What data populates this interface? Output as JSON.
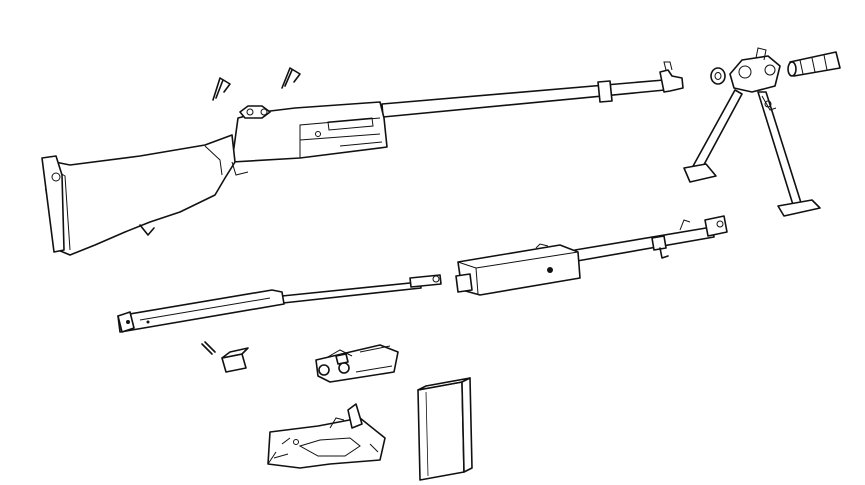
{
  "figure": {
    "background": "#ffffff",
    "ink": "#111111",
    "parts": [
      "assembled-rifle",
      "retaining-pin-left",
      "retaining-pin-right",
      "bipod",
      "washer",
      "flash-hider",
      "gas-cylinder-and-piston",
      "receiver-and-barrel",
      "small-pin",
      "link",
      "bolt-assembly",
      "magazine",
      "trigger-group"
    ]
  }
}
